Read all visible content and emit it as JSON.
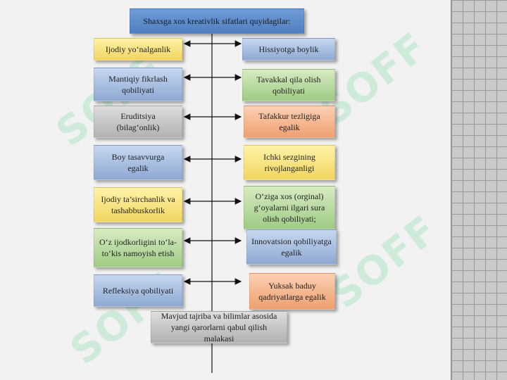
{
  "title": "Shaxsga xos kreativlik sifatlari quyidagilar:",
  "rows": [
    {
      "left": "Ijodiy yo‘nalganlik",
      "right": "Hissiyotga boylik"
    },
    {
      "left": "Mantiqiy fikrlash\nqobiliyati",
      "right": "Tavakkal qila olish\nqobiliyati"
    },
    {
      "left": "Eruditsiya\n(bilag‘onlik)",
      "right": "Tafakkur tezligiga\negalik"
    },
    {
      "left": "Boy tasavvurga\negalik",
      "right": "Ichki sezgining\nrivojlanganligi"
    },
    {
      "left": "Ijodiy ta’sirchanlik va\ntashabbuskorlik",
      "right": "O‘ziga xos (orginal)\ng‘oyalarni ilgari sura\nolish qobiliyati;"
    },
    {
      "left": "O‘z ijodkorligini to‘la-\nto‘kis namoyish etish",
      "right": "Innovatsion qobiliyatga\negalik"
    },
    {
      "left": "Refleksiya qobiliyati",
      "right": "Yuksak baduy\nqadriyatlarga egalik"
    }
  ],
  "bottom": "Mavjud tajriba va bilimlar asosida\nyangi qarorlarni qabul qilish malakasi",
  "watermark": "SOFF",
  "colors": {
    "title": "#4f7fc1",
    "yellow": "#f2d560",
    "blue": "#8fa9d4",
    "green": "#9fcb84",
    "gray": "#b2b2b2",
    "orange": "#efa070"
  }
}
